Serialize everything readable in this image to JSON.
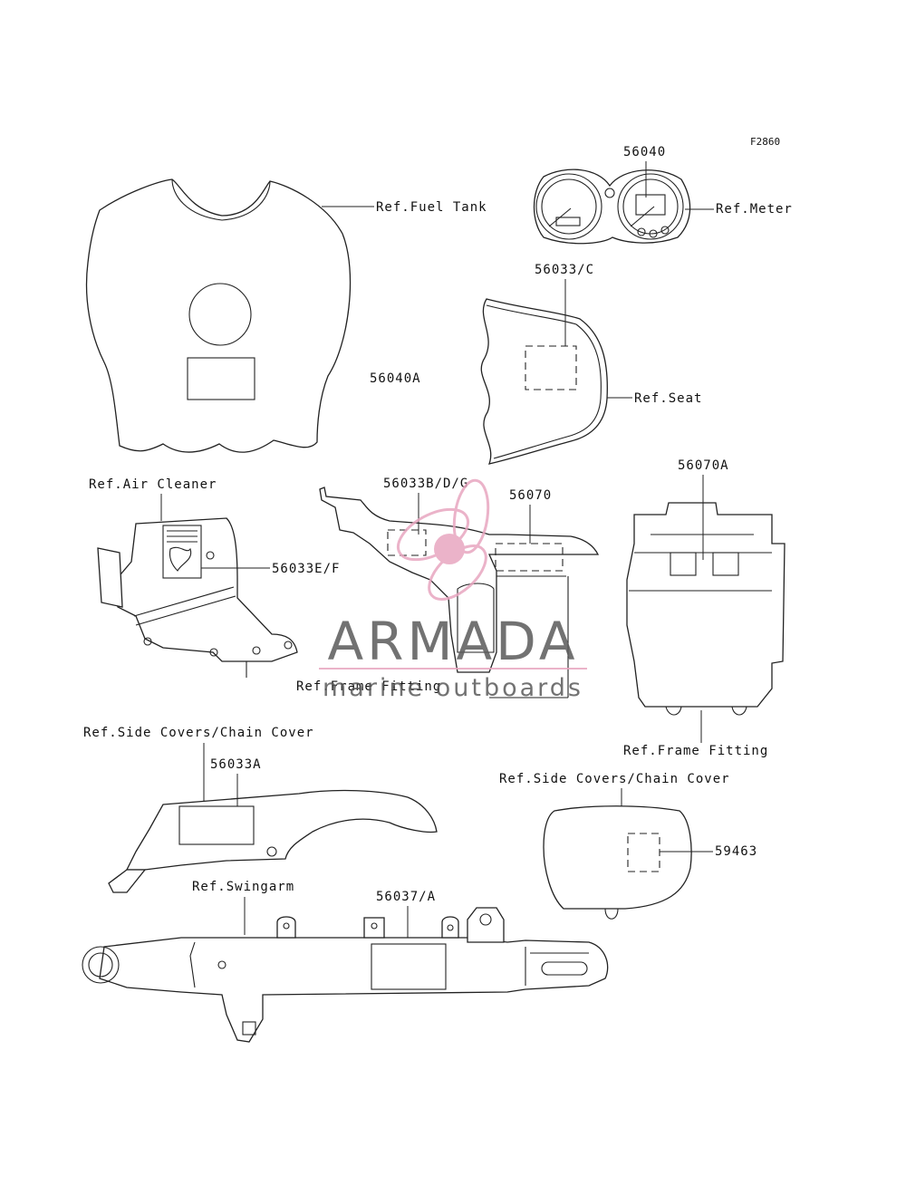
{
  "figure_code": "F2860",
  "labels": {
    "fuel_tank": "Ref.Fuel Tank",
    "meter": "Ref.Meter",
    "seat": "Ref.Seat",
    "air_cleaner": "Ref.Air Cleaner",
    "frame_fitting_center": "Ref.Frame Fitting",
    "frame_fitting_right": "Ref.Frame Fitting",
    "side_covers_left": "Ref.Side Covers/Chain Cover",
    "side_covers_right": "Ref.Side Covers/Chain Cover",
    "swingarm": "Ref.Swingarm"
  },
  "part_numbers": {
    "p56040": "56040",
    "p56040A": "56040A",
    "p56033C": "56033/C",
    "p56033EF": "56033E/F",
    "p56033BDG": "56033B/D/G",
    "p56070": "56070",
    "p56070A": "56070A",
    "p56033A": "56033A",
    "p59463": "59463",
    "p56037A": "56037/A"
  },
  "watermark": {
    "brand": "ARMADA",
    "tagline": "marine outboards",
    "colors": {
      "logo_pink": "#e8a6c0",
      "text_gray": "#5a5a5a"
    }
  },
  "colors": {
    "line": "#222222",
    "background": "#ffffff"
  }
}
